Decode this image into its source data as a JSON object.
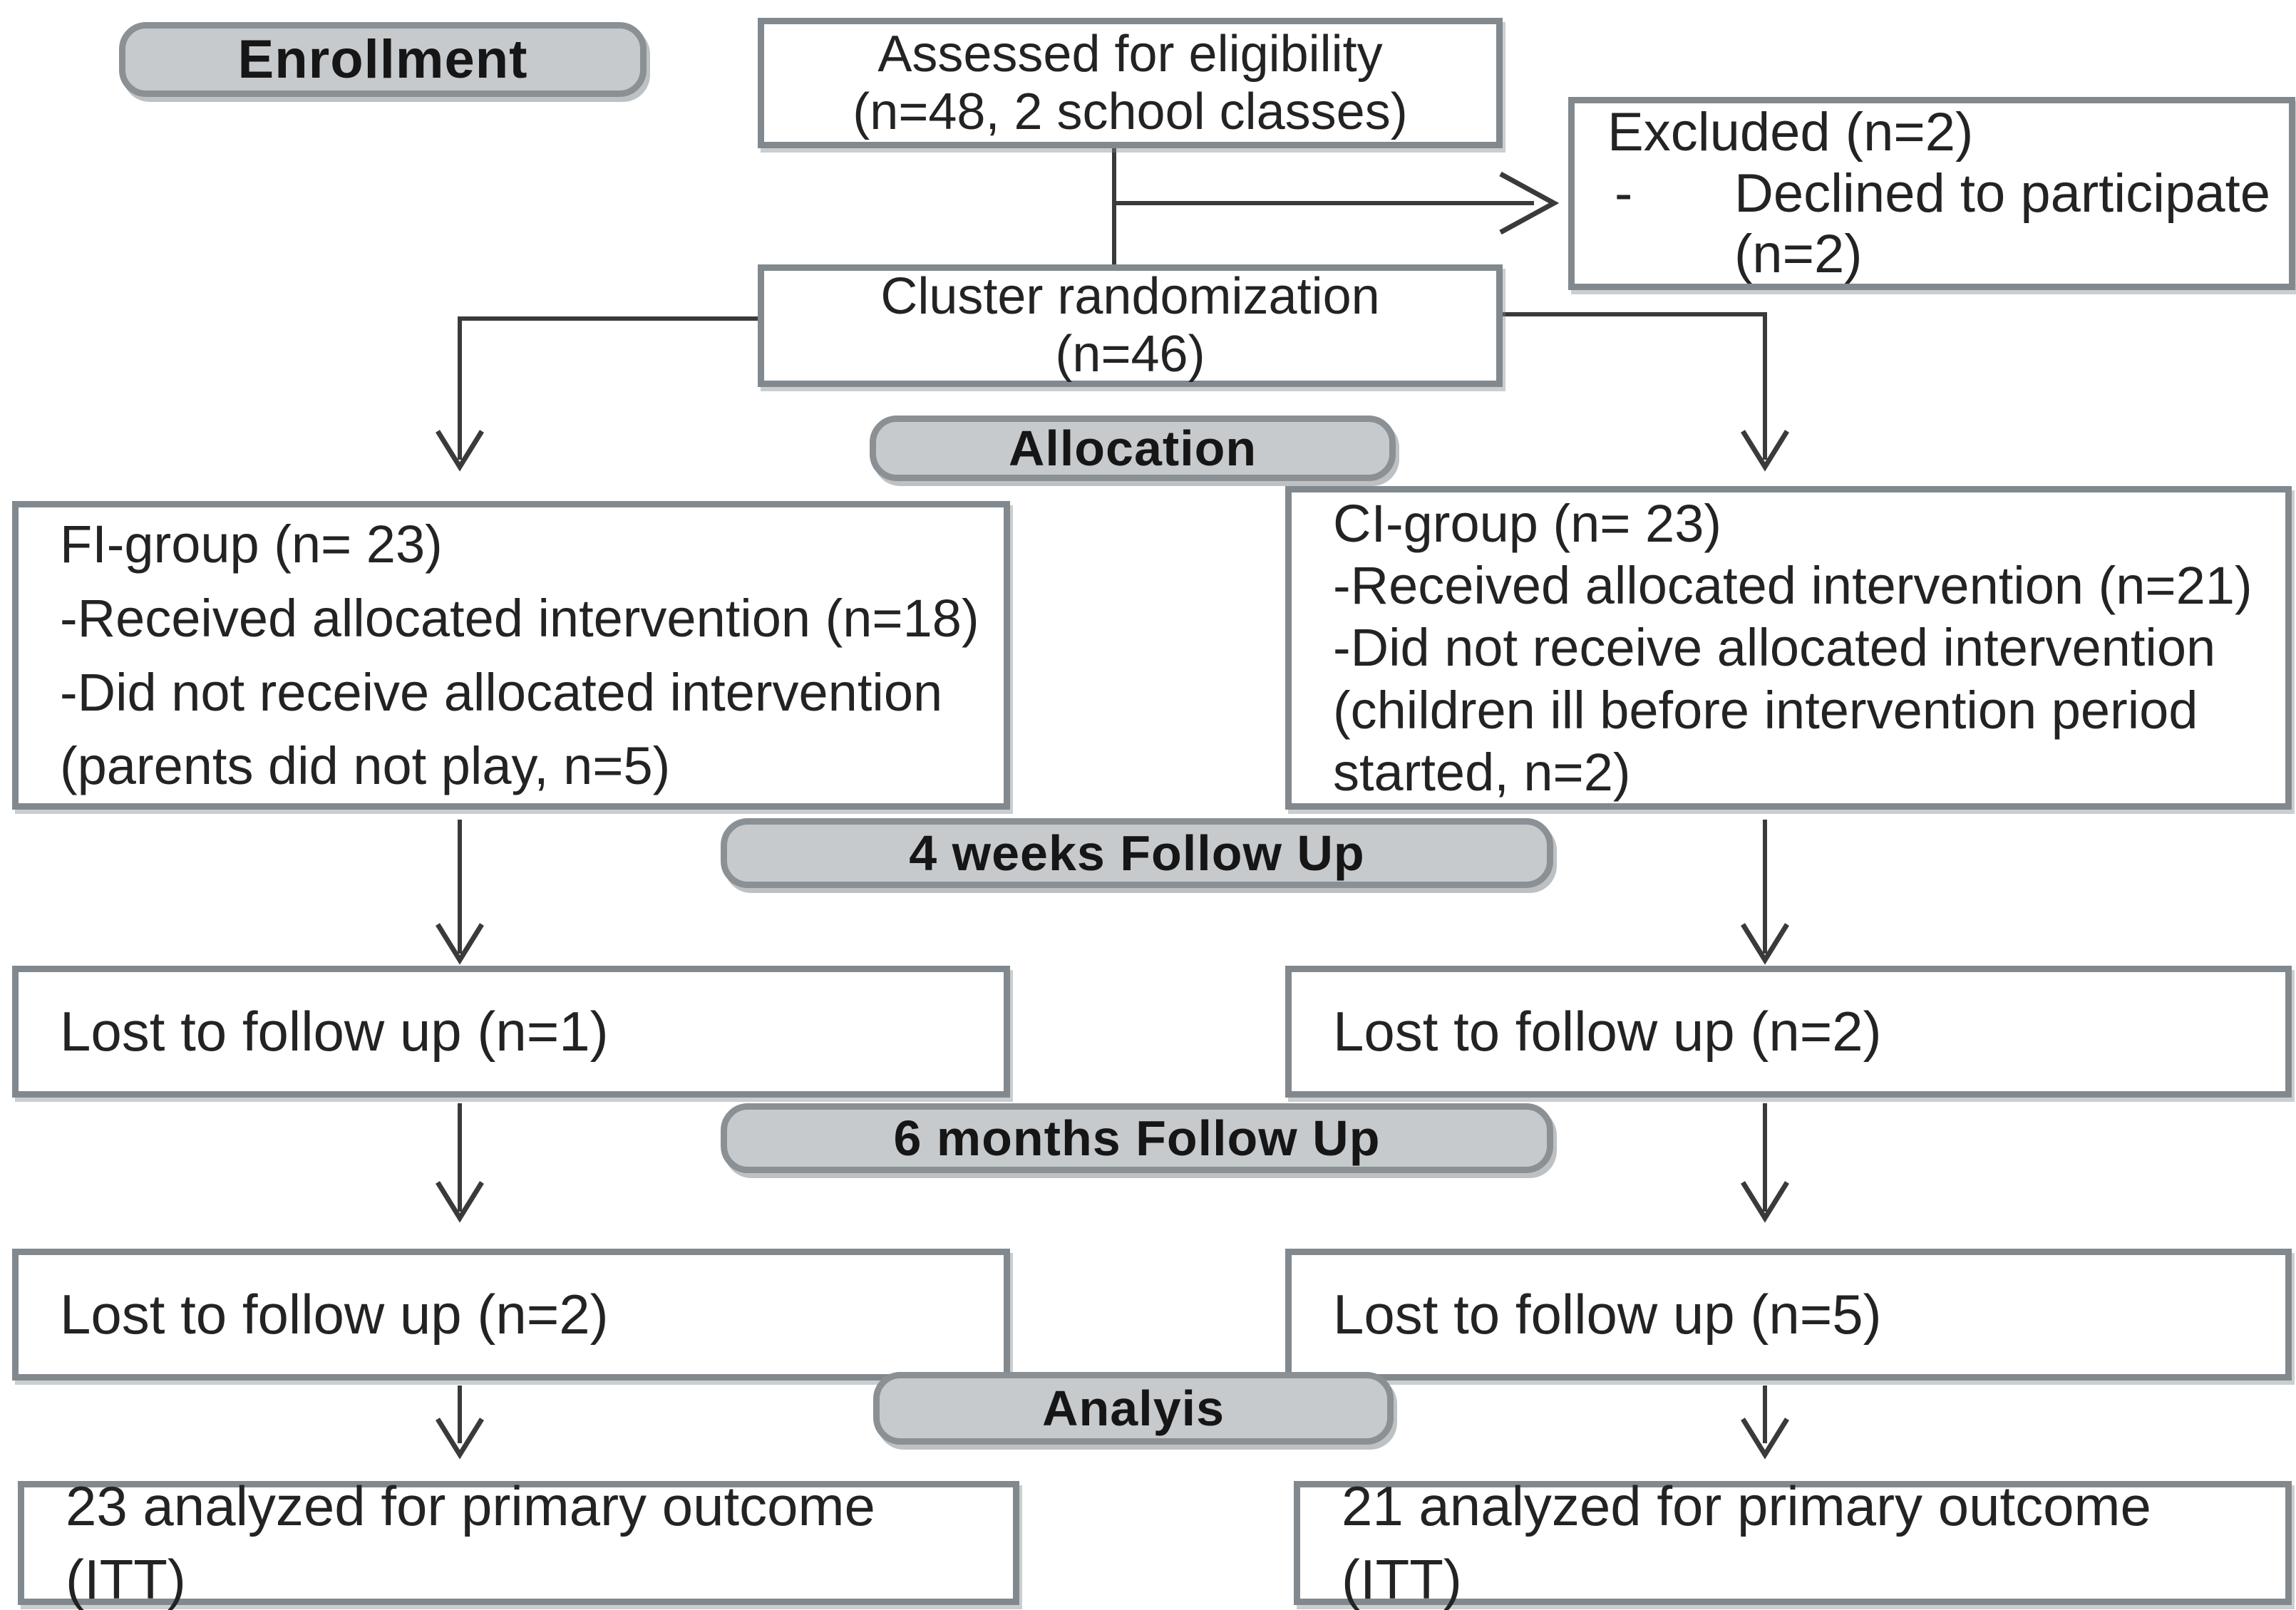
{
  "badges": {
    "enrollment": "Enrollment",
    "allocation": "Allocation",
    "followup_4w": "4 weeks Follow Up",
    "followup_6m": "6 months Follow Up",
    "analysis": "Analyis"
  },
  "boxes": {
    "assessed": {
      "lines": [
        "Assessed for eligibility",
        "(n=48, 2 school classes)"
      ]
    },
    "excluded": {
      "title": "Excluded (n=2)",
      "bullet_dash": "-",
      "bullet_text": "Declined to participate (n=2)"
    },
    "cluster": {
      "lines": [
        "Cluster randomization",
        "(n=46)"
      ]
    },
    "fi_group": {
      "lines": [
        "FI-group (n= 23)",
        "-Received allocated intervention (n=18)",
        "-Did not receive allocated intervention",
        "(parents did not play, n=5)"
      ]
    },
    "ci_group": {
      "lines": [
        "CI-group (n= 23)",
        "-Received allocated intervention (n=21)",
        "-Did not receive allocated intervention",
        "(children ill before intervention period",
        "started, n=2)"
      ]
    },
    "lost_fi_4w": {
      "text": "Lost to follow up (n=1)"
    },
    "lost_ci_4w": {
      "text": "Lost to follow up (n=2)"
    },
    "lost_fi_6m": {
      "text": "Lost to follow up (n=2)"
    },
    "lost_ci_6m": {
      "text": "Lost to follow up (n=5)"
    },
    "analyzed_fi": {
      "text": "23 analyzed for primary outcome (ITT)"
    },
    "analyzed_ci": {
      "text": "21 analyzed for primary outcome (ITT)"
    }
  },
  "colors": {
    "badge_fill": "#c6cacd",
    "badge_border": "#8a9094",
    "box_border": "#82898e",
    "connector": "#3a3a3a",
    "text": "#232323"
  }
}
